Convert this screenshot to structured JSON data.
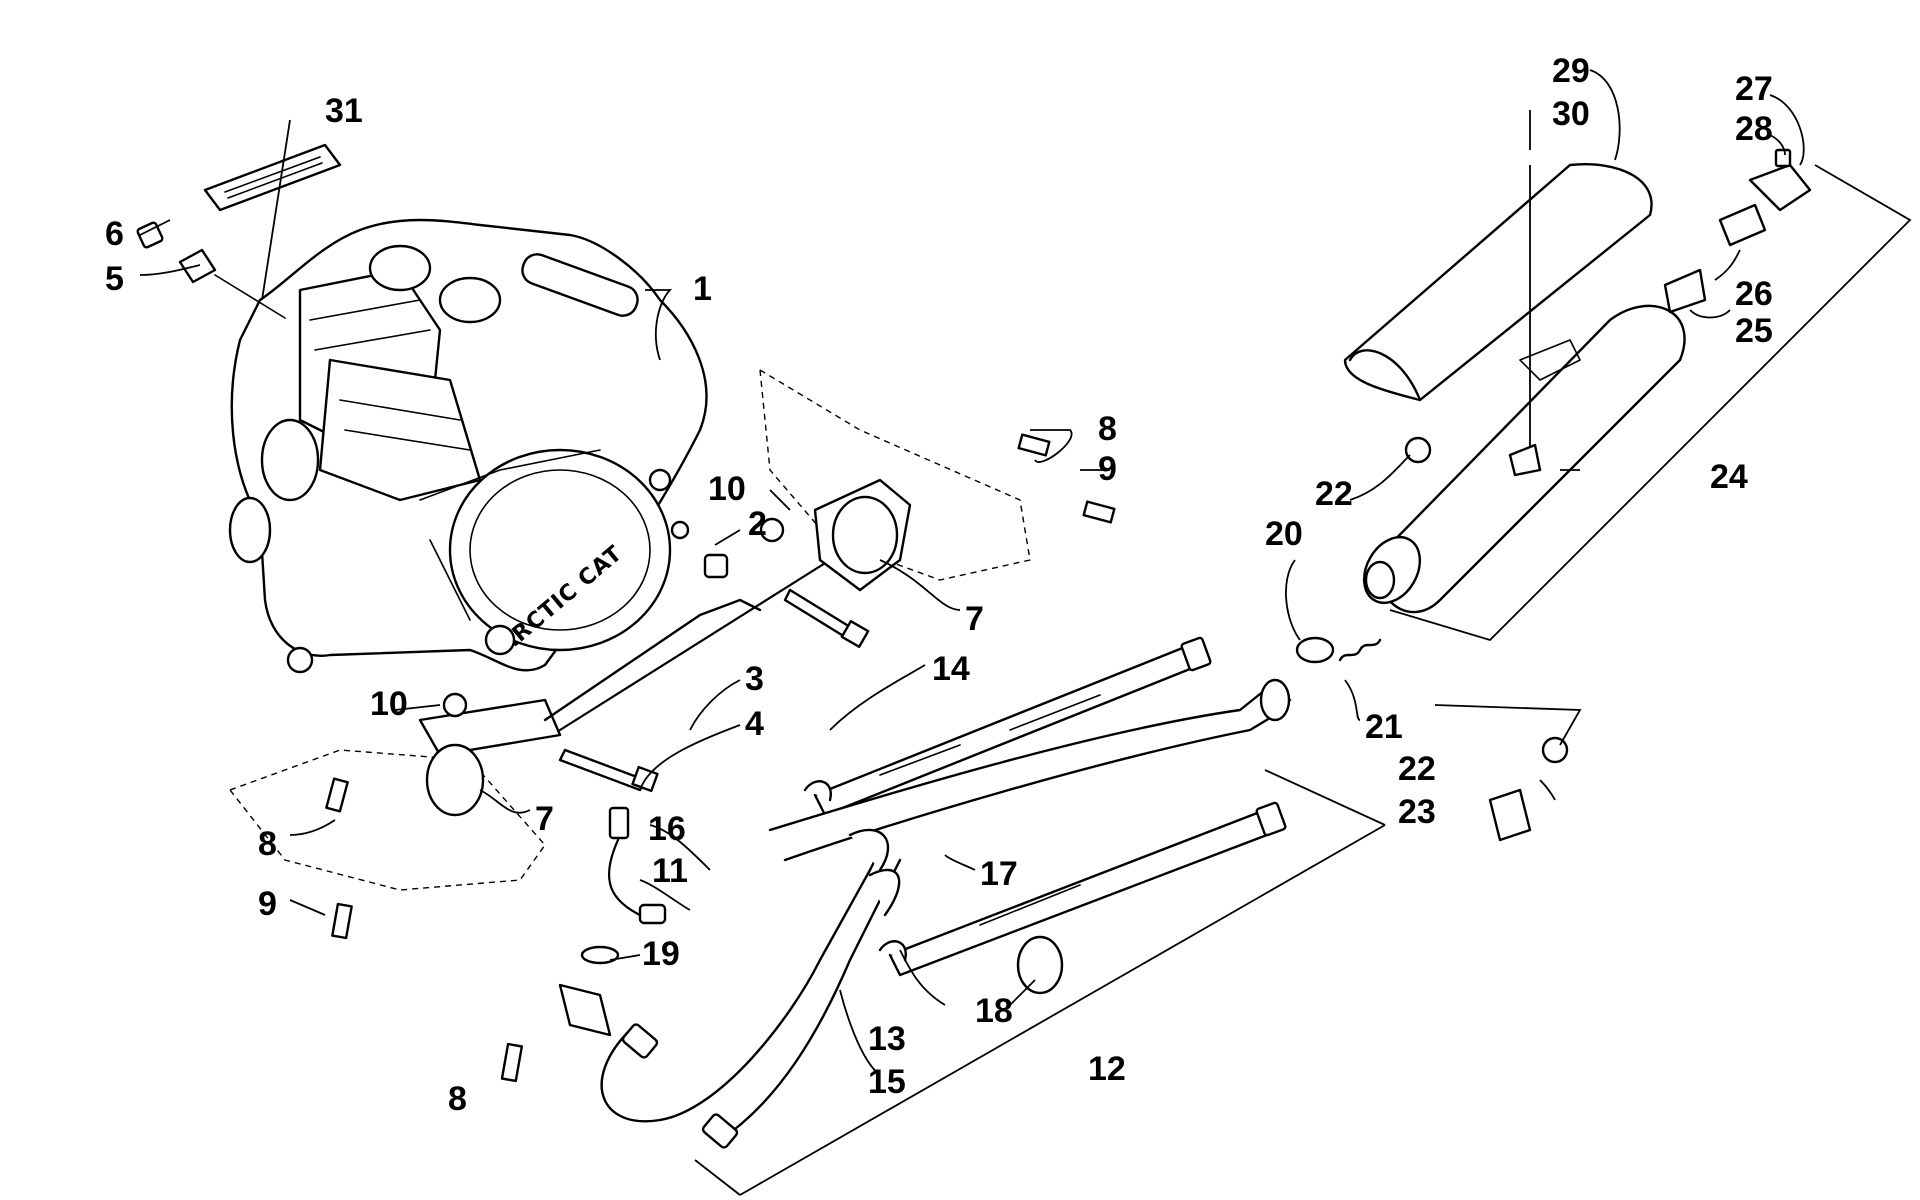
{
  "diagram": {
    "engine_stamp": "ARCTIC CAT",
    "callouts": [
      {
        "id": "c1",
        "text": "1"
      },
      {
        "id": "c2",
        "text": "2"
      },
      {
        "id": "c3",
        "text": "3"
      },
      {
        "id": "c4",
        "text": "4"
      },
      {
        "id": "c5",
        "text": "5"
      },
      {
        "id": "c6",
        "text": "6"
      },
      {
        "id": "c7a",
        "text": "7"
      },
      {
        "id": "c7b",
        "text": "7"
      },
      {
        "id": "c8a",
        "text": "8"
      },
      {
        "id": "c8b",
        "text": "8"
      },
      {
        "id": "c8c",
        "text": "8"
      },
      {
        "id": "c9a",
        "text": "9"
      },
      {
        "id": "c9b",
        "text": "9"
      },
      {
        "id": "c10a",
        "text": "10"
      },
      {
        "id": "c10b",
        "text": "10"
      },
      {
        "id": "c11",
        "text": "11"
      },
      {
        "id": "c12",
        "text": "12"
      },
      {
        "id": "c13",
        "text": "13"
      },
      {
        "id": "c14",
        "text": "14"
      },
      {
        "id": "c15",
        "text": "15"
      },
      {
        "id": "c16",
        "text": "16"
      },
      {
        "id": "c17",
        "text": "17"
      },
      {
        "id": "c18",
        "text": "18"
      },
      {
        "id": "c19",
        "text": "19"
      },
      {
        "id": "c20",
        "text": "20"
      },
      {
        "id": "c21",
        "text": "21"
      },
      {
        "id": "c22a",
        "text": "22"
      },
      {
        "id": "c22b",
        "text": "22"
      },
      {
        "id": "c23",
        "text": "23"
      },
      {
        "id": "c24",
        "text": "24"
      },
      {
        "id": "c25",
        "text": "25"
      },
      {
        "id": "c26",
        "text": "26"
      },
      {
        "id": "c27",
        "text": "27"
      },
      {
        "id": "c28",
        "text": "28"
      },
      {
        "id": "c29",
        "text": "29"
      },
      {
        "id": "c30",
        "text": "30"
      },
      {
        "id": "c31",
        "text": "31"
      }
    ]
  }
}
